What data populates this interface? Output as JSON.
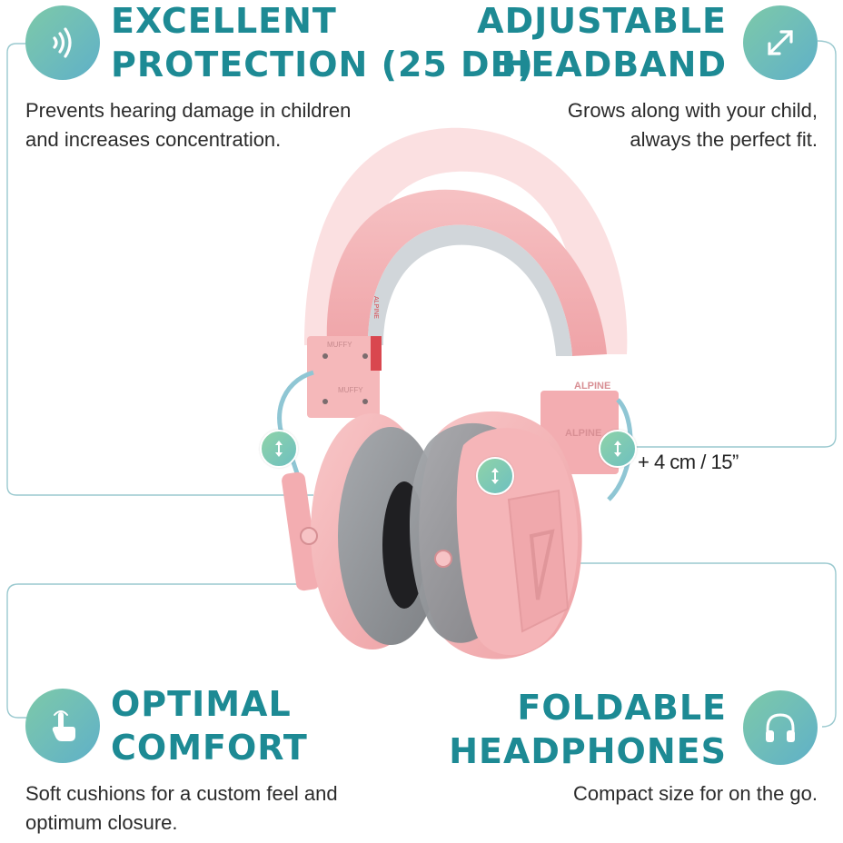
{
  "features": {
    "protection": {
      "title_line1": "EXCELLENT",
      "title_line2": "PROTECTION (25 DB)",
      "desc_line1": "Prevents hearing damage in children",
      "desc_line2": "and increases concentration.",
      "icon": "sound-waves-icon"
    },
    "headband": {
      "title_line1": "ADJUSTABLE",
      "title_line2": "HEADBAND",
      "desc_line1": "Grows along with your child,",
      "desc_line2": "always the perfect fit.",
      "icon": "diagonal-arrows-icon"
    },
    "comfort": {
      "title_line1": "OPTIMAL",
      "title_line2": "COMFORT",
      "desc_line1": "Soft cushions for a custom feel and",
      "desc_line2": "optimum closure.",
      "icon": "pointing-hand-icon"
    },
    "foldable": {
      "title_line1": "FOLDABLE",
      "title_line2": "HEADPHONES",
      "desc_line1": "Compact size for on the go.",
      "icon": "headphones-icon"
    }
  },
  "measurement": "+ 4 cm / 15”",
  "brand": {
    "label_muffy_1": "MUFFY",
    "label_muffy_2": "MUFFY",
    "label_alpine_1": "ALPINE",
    "label_alpine_2": "ALPINE",
    "label_alpine_3": "ALPINE"
  },
  "colors": {
    "accent": "#1d8a94",
    "line": "#9ac9cf",
    "product_pink": "#f4b3b6",
    "cushion_gray": "#8a8d91"
  }
}
